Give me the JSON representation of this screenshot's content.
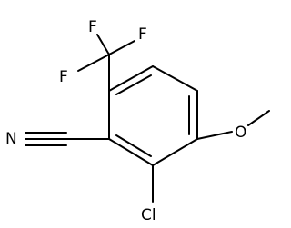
{
  "molecule": {
    "atoms": {
      "f_top": "F",
      "f_left": "F",
      "f_right": "F",
      "n_nitrile": "N",
      "o_methoxy": "O",
      "cl": "Cl"
    },
    "colors": {
      "bond": "#000000",
      "label": "#000000",
      "background": "#ffffff"
    }
  }
}
